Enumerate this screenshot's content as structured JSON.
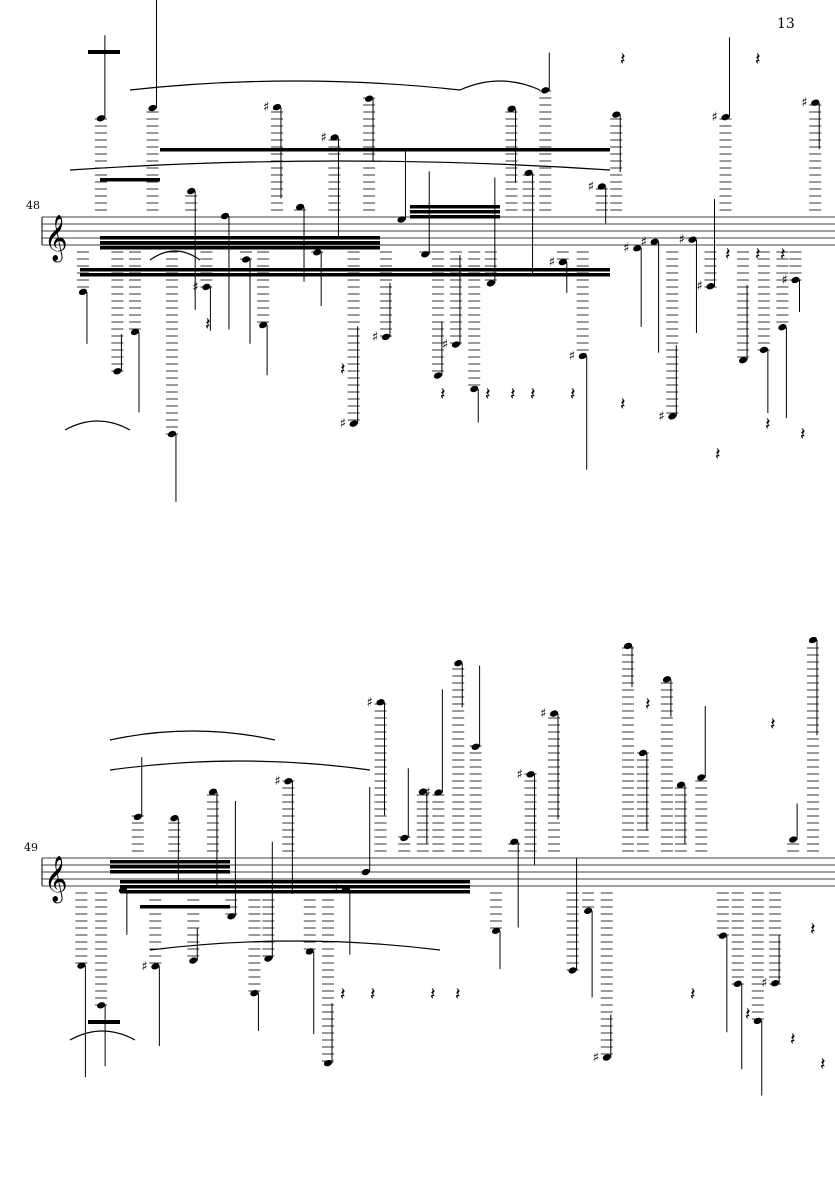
{
  "page": {
    "number": "13"
  },
  "systems": [
    {
      "measure_number": "48",
      "clef": "treble"
    },
    {
      "measure_number": "49",
      "clef": "treble"
    }
  ],
  "colors": {
    "ink": "#000000",
    "paper": "#ffffff"
  }
}
